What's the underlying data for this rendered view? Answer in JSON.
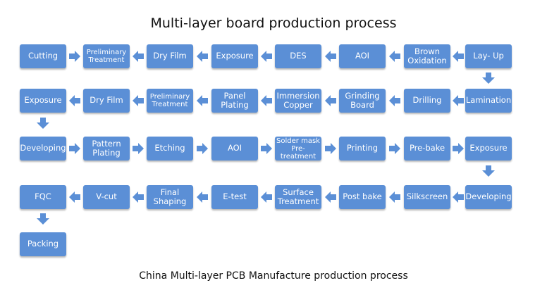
{
  "title": "Multi-layer board production process",
  "caption": "China Multi-layer PCB Manufacture production process",
  "colors": {
    "box": "#5b8fd6",
    "arrow": "#5b8fd6",
    "text": "#ffffff"
  },
  "rows": [
    [
      "Cutting",
      "Preliminary\nTreatment",
      "Dry Film",
      "Exposure",
      "DES",
      "AOI",
      "Brown\nOxidation",
      "Lay- Up"
    ],
    [
      "Exposure",
      "Dry Film",
      "Preliminary\nTreatment",
      "Panel\nPlating",
      "Immersion\nCopper",
      "Grinding\nBoard",
      "Drilling",
      "Lamination"
    ],
    [
      "Developing",
      "Pattern\nPlating",
      "Etching",
      "AOI",
      "Solder mask\nPre-treatment",
      "Printing",
      "Pre-bake",
      "Exposure"
    ],
    [
      "FQC",
      "V-cut",
      "Final\nShaping",
      "E-test",
      "Surface\nTreatment",
      "Post bake",
      "Silkscreen",
      "Developing"
    ],
    [
      "Packing"
    ]
  ],
  "arrow_icon": "arrow-icon"
}
